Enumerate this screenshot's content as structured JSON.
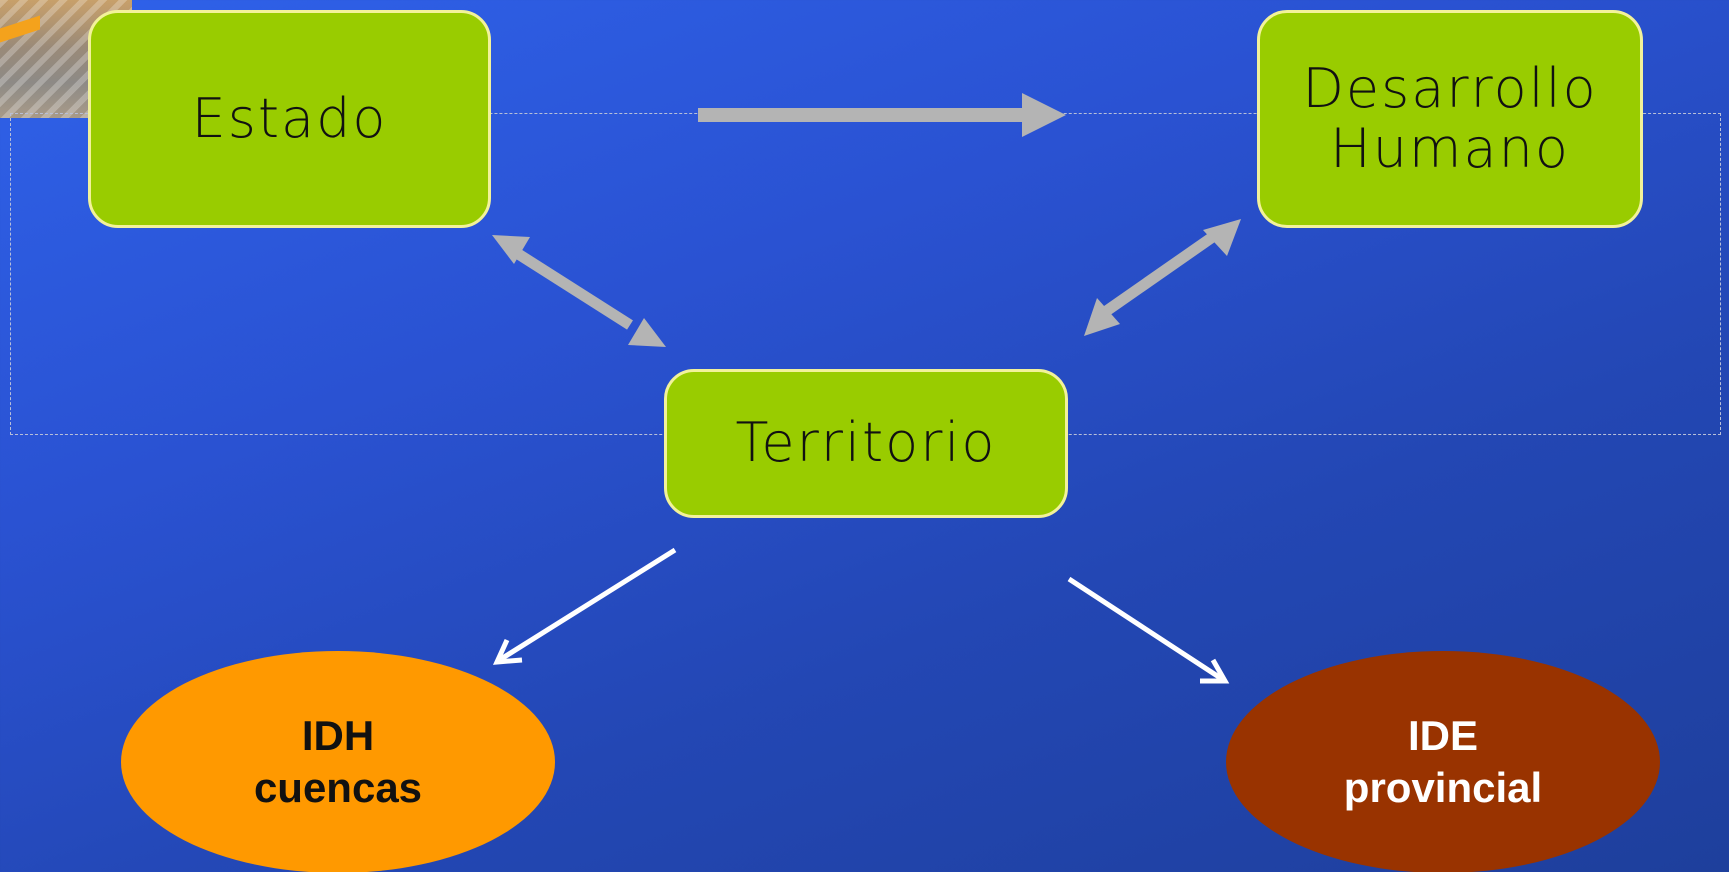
{
  "diagram": {
    "nodes": {
      "estado": {
        "label": "Estado"
      },
      "desarrollo_humano": {
        "line1": "Desarrollo",
        "line2": "Humano"
      },
      "territorio": {
        "label": "Territorio"
      },
      "idh_cuencas": {
        "line1": "IDH",
        "line2": "cuencas"
      },
      "ide_provincial": {
        "line1": "IDE",
        "line2": "provincial"
      }
    },
    "edges": [
      {
        "from": "estado",
        "to": "desarrollo_humano",
        "style": "gray-thick",
        "direction": "forward"
      },
      {
        "from": "estado",
        "to": "territorio",
        "style": "gray-thick",
        "direction": "both"
      },
      {
        "from": "desarrollo_humano",
        "to": "territorio",
        "style": "gray-thick",
        "direction": "both"
      },
      {
        "from": "territorio",
        "to": "idh_cuencas",
        "style": "white-thin",
        "direction": "forward"
      },
      {
        "from": "territorio",
        "to": "ide_provincial",
        "style": "white-thin",
        "direction": "forward"
      }
    ],
    "colors": {
      "background": "#2a52d2",
      "box_fill": "#99cc00",
      "box_border": "#f2f29a",
      "idh_fill": "#ff9900",
      "ide_fill": "#993300",
      "gray_arrow": "#b4b4b4",
      "white_arrow": "#ffffff"
    }
  }
}
